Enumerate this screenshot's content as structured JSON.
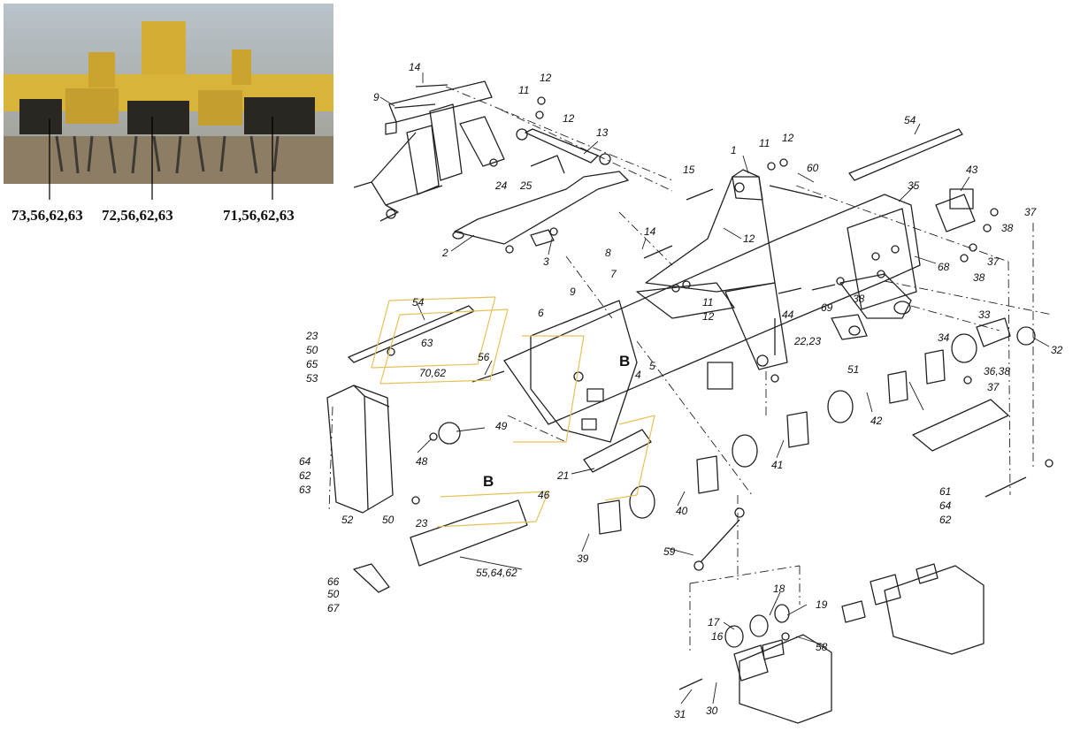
{
  "photo_labels": [
    "73,56,62,63",
    "72,56,62,63",
    "71,56,62,63"
  ],
  "part_labels": [
    {
      "id": "p14a",
      "text": "14"
    },
    {
      "id": "p9a",
      "text": "9"
    },
    {
      "id": "p11a",
      "text": "11"
    },
    {
      "id": "p12a",
      "text": "12"
    },
    {
      "id": "p12b",
      "text": "12"
    },
    {
      "id": "p13",
      "text": "13"
    },
    {
      "id": "p24",
      "text": "24"
    },
    {
      "id": "p25",
      "text": "25"
    },
    {
      "id": "p1",
      "text": "1"
    },
    {
      "id": "p11b",
      "text": "11"
    },
    {
      "id": "p12c",
      "text": "12"
    },
    {
      "id": "p15",
      "text": "15"
    },
    {
      "id": "p60",
      "text": "60"
    },
    {
      "id": "p54a",
      "text": "54"
    },
    {
      "id": "p43",
      "text": "43"
    },
    {
      "id": "p37a",
      "text": "37"
    },
    {
      "id": "p38a",
      "text": "38"
    },
    {
      "id": "p35",
      "text": "35"
    },
    {
      "id": "p2",
      "text": "2"
    },
    {
      "id": "p3",
      "text": "3"
    },
    {
      "id": "p8",
      "text": "8"
    },
    {
      "id": "p14b",
      "text": "14"
    },
    {
      "id": "p12d",
      "text": "12"
    },
    {
      "id": "p7",
      "text": "7"
    },
    {
      "id": "p68",
      "text": "68"
    },
    {
      "id": "p37b",
      "text": "37"
    },
    {
      "id": "p38b",
      "text": "38"
    },
    {
      "id": "p9b",
      "text": "9"
    },
    {
      "id": "p6",
      "text": "6"
    },
    {
      "id": "p11c",
      "text": "11"
    },
    {
      "id": "p12e",
      "text": "12"
    },
    {
      "id": "p44",
      "text": "44"
    },
    {
      "id": "p69",
      "text": "69"
    },
    {
      "id": "p38c",
      "text": "38"
    },
    {
      "id": "p33",
      "text": "33"
    },
    {
      "id": "p34",
      "text": "34"
    },
    {
      "id": "p32",
      "text": "32"
    },
    {
      "id": "p54b",
      "text": "54"
    },
    {
      "id": "p23a",
      "text": "23"
    },
    {
      "id": "p50a",
      "text": "50"
    },
    {
      "id": "p65",
      "text": "65"
    },
    {
      "id": "p53",
      "text": "53"
    },
    {
      "id": "p63a",
      "text": "63"
    },
    {
      "id": "p7062",
      "text": "70,62"
    },
    {
      "id": "p56",
      "text": "56"
    },
    {
      "id": "p2223",
      "text": "22,23"
    },
    {
      "id": "p5",
      "text": "5"
    },
    {
      "id": "p4",
      "text": "4"
    },
    {
      "id": "p3638",
      "text": "36,38"
    },
    {
      "id": "p37c",
      "text": "37"
    },
    {
      "id": "p51",
      "text": "51"
    },
    {
      "id": "p42",
      "text": "42"
    },
    {
      "id": "p49",
      "text": "49"
    },
    {
      "id": "p48",
      "text": "48"
    },
    {
      "id": "p64a",
      "text": "64"
    },
    {
      "id": "p62a",
      "text": "62"
    },
    {
      "id": "p63b",
      "text": "63"
    },
    {
      "id": "p41",
      "text": "41"
    },
    {
      "id": "p21",
      "text": "21"
    },
    {
      "id": "p61",
      "text": "61"
    },
    {
      "id": "p64b",
      "text": "64"
    },
    {
      "id": "p62b",
      "text": "62"
    },
    {
      "id": "p46",
      "text": "46"
    },
    {
      "id": "p40",
      "text": "40"
    },
    {
      "id": "p52",
      "text": "52"
    },
    {
      "id": "p50b",
      "text": "50"
    },
    {
      "id": "p23b",
      "text": "23"
    },
    {
      "id": "p39",
      "text": "39"
    },
    {
      "id": "p59",
      "text": "59"
    },
    {
      "id": "p556462",
      "text": "55,64,62"
    },
    {
      "id": "p66",
      "text": "66"
    },
    {
      "id": "p50c",
      "text": "50"
    },
    {
      "id": "p67",
      "text": "67"
    },
    {
      "id": "p18",
      "text": "18"
    },
    {
      "id": "p19",
      "text": "19"
    },
    {
      "id": "p17",
      "text": "17"
    },
    {
      "id": "p16",
      "text": "16"
    },
    {
      "id": "p58",
      "text": "58"
    },
    {
      "id": "p31",
      "text": "31"
    },
    {
      "id": "p30",
      "text": "30"
    }
  ],
  "view_markers": [
    {
      "id": "B1",
      "text": "B"
    },
    {
      "id": "B2",
      "text": "B"
    }
  ],
  "colors": {
    "photo_yellow": "#d9b43a",
    "photo_dark": "#2a2622",
    "ink": "#222222",
    "accent_rule": "#e6c25a"
  }
}
